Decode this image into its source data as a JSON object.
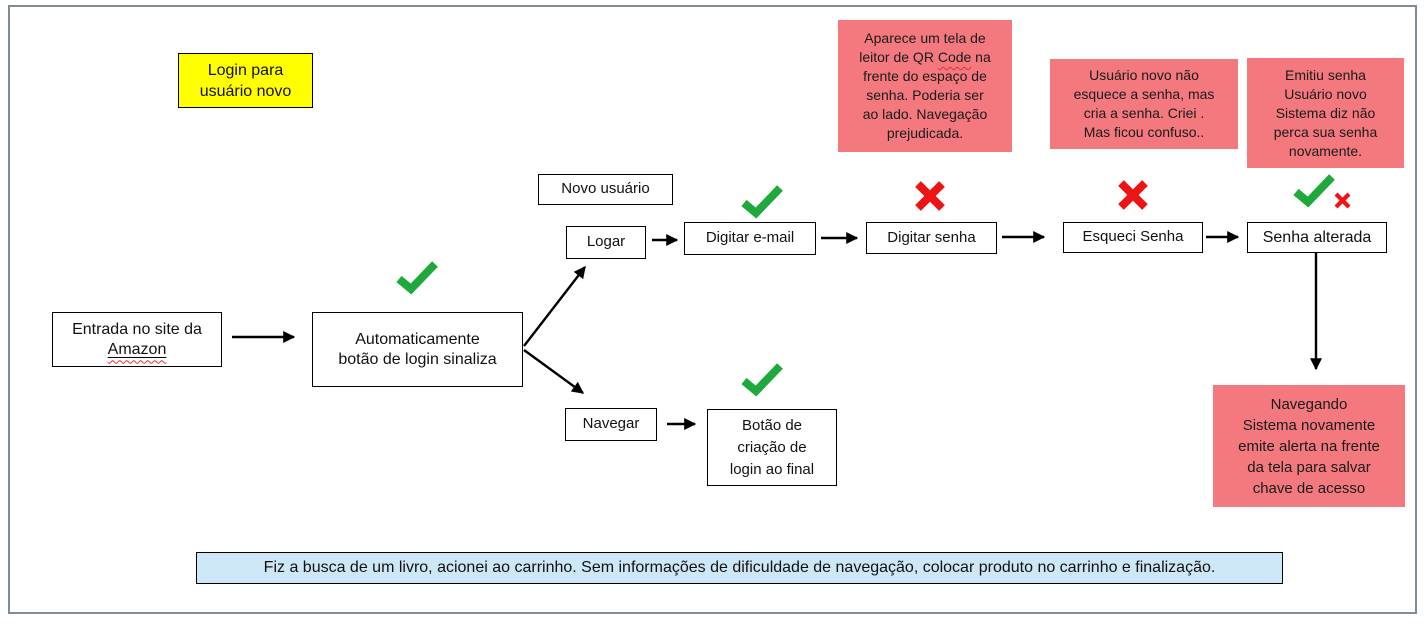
{
  "colors": {
    "pink": "#F4797F",
    "yellow": "#FFFF00",
    "blue": "#CDE7F7",
    "green": "#1FA83C",
    "red": "#EE1414",
    "frame": "#7E8C96"
  },
  "yellow_note": {
    "lines": [
      "Login para",
      "usuário novo"
    ]
  },
  "sticky_notes": {
    "qr": {
      "line1": "Aparece um tela de",
      "line2_before": "leitor de QR ",
      "line2_wavy": "Code",
      "line2_after": " na",
      "line3": "frente do espaço de",
      "line4": "senha. Poderia ser",
      "line5": "ao lado. Navegação",
      "line6": "prejudicada."
    },
    "confuso": {
      "lines": [
        "Usuário novo não",
        "esquece a senha, mas",
        "cria a senha. Criei .",
        "Mas ficou confuso.."
      ]
    },
    "emitiu": {
      "lines": [
        "Emitiu senha",
        "Usuário novo",
        "Sistema diz não",
        "perca sua senha",
        "novamente."
      ]
    },
    "navegando": {
      "lines": [
        "Navegando",
        "Sistema novamente",
        "emite alerta na frente",
        "da tela para salvar",
        "chave de acesso"
      ]
    }
  },
  "nodes": {
    "entrada": {
      "line1": "Entrada no site da",
      "line2": "Amazon"
    },
    "auto": {
      "lines": [
        "Automaticamente",
        "botão de login sinaliza"
      ]
    },
    "novo_usuario": {
      "label": "Novo usuário"
    },
    "logar": {
      "label": "Logar"
    },
    "digitar_email": {
      "label": "Digitar e-mail"
    },
    "digitar_senha": {
      "label": "Digitar senha"
    },
    "esqueci_senha": {
      "label": "Esqueci Senha"
    },
    "senha_alterada": {
      "label": "Senha alterada"
    },
    "navegar": {
      "label": "Navegar"
    },
    "botao_criacao": {
      "lines": [
        "Botão de",
        "criação de",
        "login ao final"
      ]
    }
  },
  "summary": {
    "text": "Fiz a busca de um livro, acionei ao carrinho. Sem informações de dificuldade de navegação, colocar produto no carrinho e finalização."
  },
  "icons": {
    "check": "check-icon (green checkmark)",
    "cross": "x-icon (red cross)",
    "small_cross": "small-x-icon (small red cross)"
  }
}
